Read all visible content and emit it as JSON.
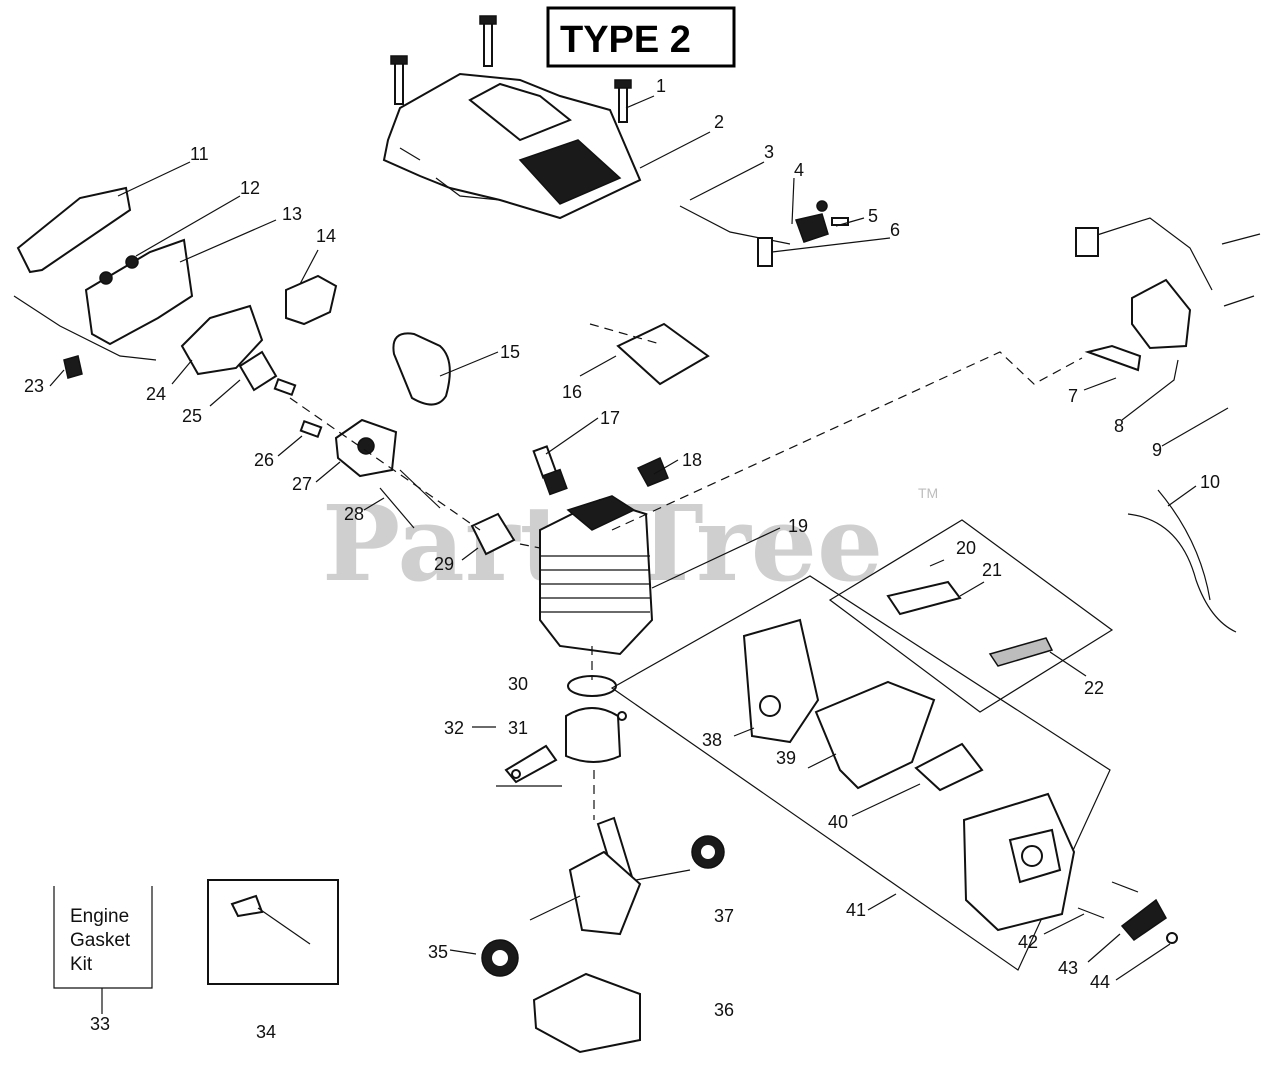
{
  "title": "TYPE 2",
  "watermark": {
    "text": "PartsTree",
    "trademark": "TM"
  },
  "engine_gasket_kit": {
    "line1": "Engine",
    "line2": "Gasket",
    "line3": "Kit"
  },
  "labels": {
    "l1": "1",
    "l2": "2",
    "l3": "3",
    "l4": "4",
    "l5": "5",
    "l6": "6",
    "l7": "7",
    "l8": "8",
    "l9": "9",
    "l10": "10",
    "l11": "11",
    "l12": "12",
    "l13": "13",
    "l14": "14",
    "l15": "15",
    "l16": "16",
    "l17": "17",
    "l18": "18",
    "l19": "19",
    "l20": "20",
    "l21": "21",
    "l22": "22",
    "l23": "23",
    "l24": "24",
    "l25": "25",
    "l26": "26",
    "l27": "27",
    "l28": "28",
    "l29": "29",
    "l30": "30",
    "l31": "31",
    "l32": "32",
    "l33": "33",
    "l34": "34",
    "l35": "35",
    "l36": "36",
    "l37": "37",
    "l38": "38",
    "l39": "39",
    "l40": "40",
    "l41": "41",
    "l42": "42",
    "l43": "43",
    "l44": "44"
  }
}
